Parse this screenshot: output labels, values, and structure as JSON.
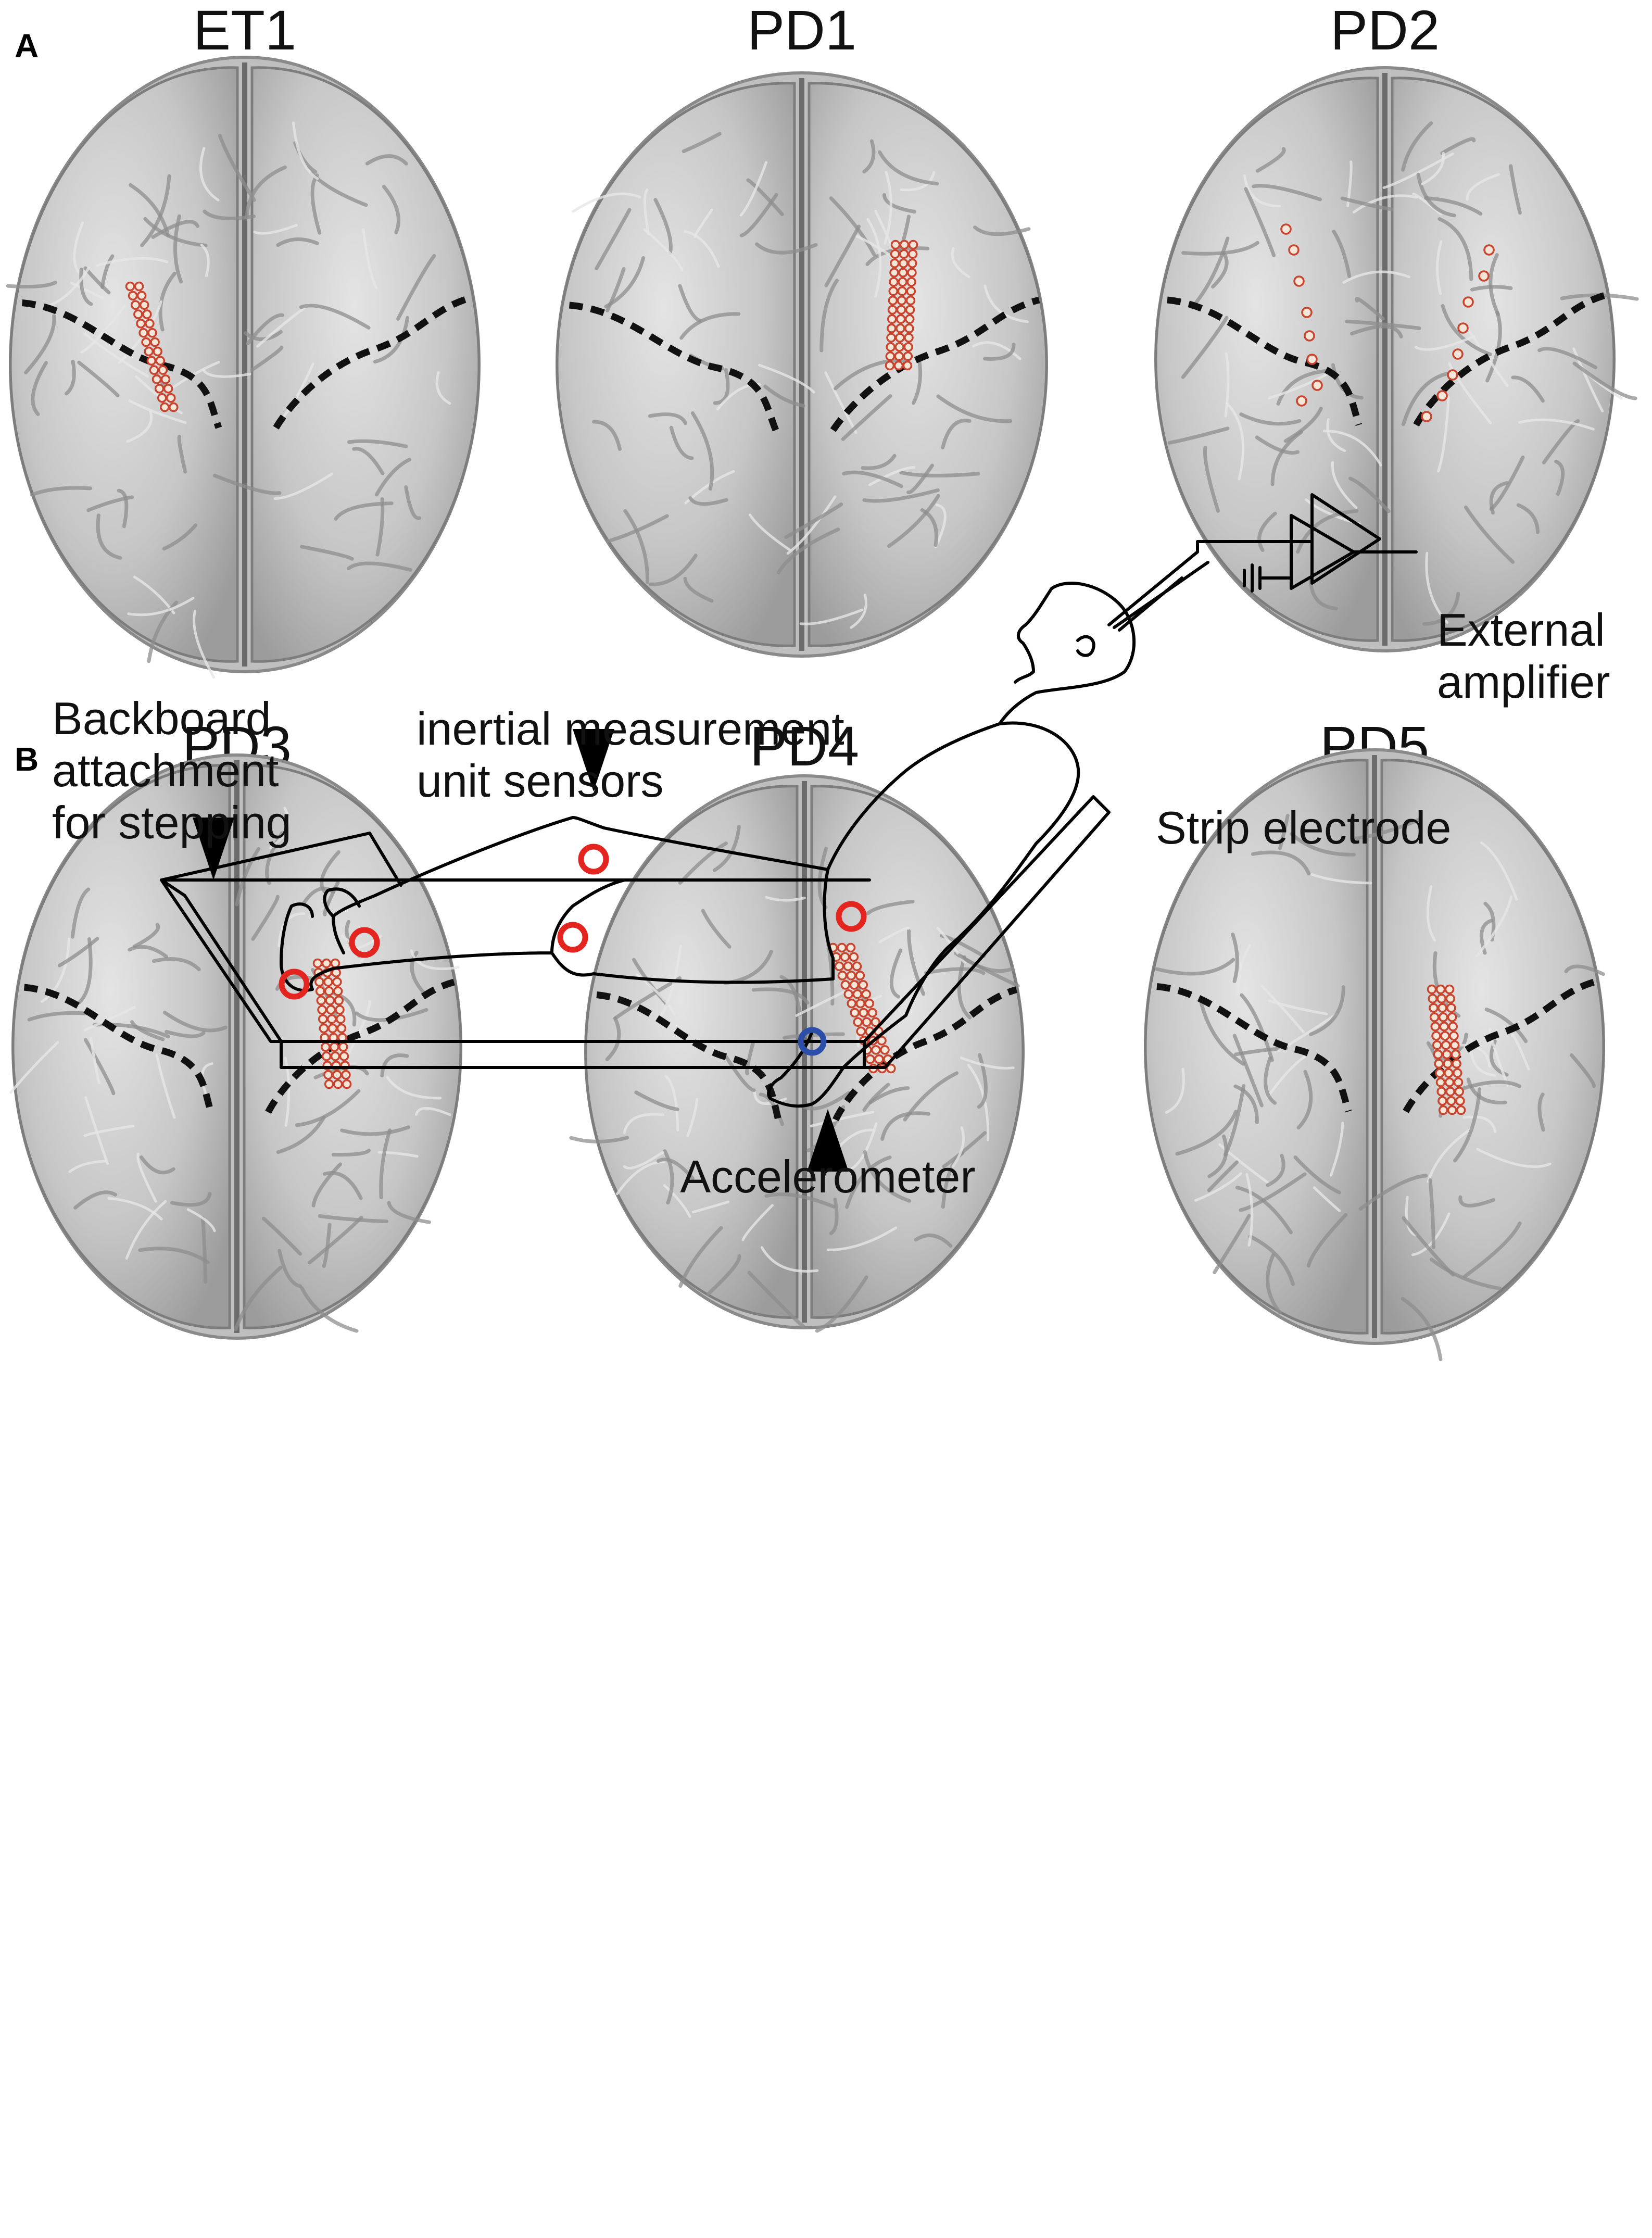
{
  "panels": {
    "a_label": "A",
    "b_label": "B"
  },
  "brains": [
    {
      "title": "ET1"
    },
    {
      "title": "PD1"
    },
    {
      "title": "PD2"
    },
    {
      "title": "PD3"
    },
    {
      "title": "PD4"
    },
    {
      "title": "PD5"
    }
  ],
  "setup": {
    "backboard_line1": "Backboard",
    "backboard_line2": "attachment",
    "backboard_line3": "for stepping",
    "imu_line1": "inertial measurement",
    "imu_line2": "unit sensors",
    "strip_electrode": "Strip electrode",
    "amplifier_line1": "External",
    "amplifier_line2": "amplifier",
    "accelerometer": "Accelerometer"
  },
  "colors": {
    "imu_sensor": "#e3241f",
    "accelerometer": "#2b4fa8",
    "electrode": "#c8442f",
    "central_sulcus": "#111111"
  }
}
